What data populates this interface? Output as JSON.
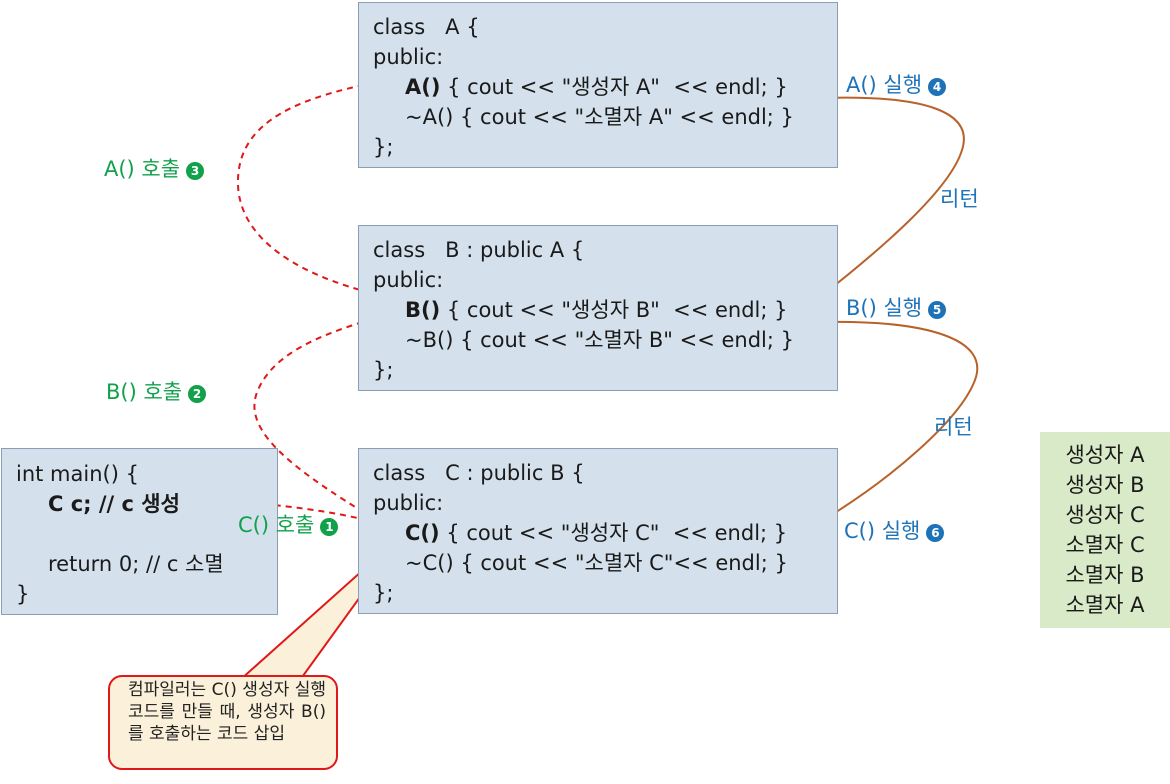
{
  "class_a": {
    "line1": "class   A {",
    "line2": "public:",
    "ctor_name": "A()",
    "ctor_body": " { cout << \"생성자 A\"  << endl; }",
    "dtor": "~A() { cout << \"소멸자 A\" << endl; }",
    "close": "};"
  },
  "class_b": {
    "line1": "class   B : public A {",
    "line2": "public:",
    "ctor_name": "B()",
    "ctor_body": " { cout << \"생성자 B\"  << endl; }",
    "dtor": "~B() { cout << \"소멸자 B\" << endl; }",
    "close": "};"
  },
  "class_c": {
    "line1": "class   C : public B {",
    "line2": "public:",
    "ctor_name": "C()",
    "ctor_body": " { cout << \"생성자 C\"  << endl; }",
    "dtor": "~C() { cout << \"소멸자 C\"<< endl; }",
    "close": "};"
  },
  "main_fn": {
    "line1": "int main() {",
    "line2": "C c; // c 생성",
    "line3": "return 0; // c 소멸",
    "close": "}"
  },
  "labels": {
    "call_a": "A() 호출",
    "call_a_num": "3",
    "call_b": "B() 호출",
    "call_b_num": "2",
    "call_c": "C() 호출",
    "call_c_num": "1",
    "run_a": "A() 실행",
    "run_a_num": "4",
    "run_b": "B() 실행",
    "run_b_num": "5",
    "run_c": "C() 실행",
    "run_c_num": "6",
    "return_1": "리턴",
    "return_2": "리턴"
  },
  "output": [
    "생성자 A",
    "생성자 B",
    "생성자 C",
    "소멸자 C",
    "소멸자 B",
    "소멸자 A"
  ],
  "note": "컴파일러는 C() 생성자 실행 코드를 만들 때, 생성자 B()를 호출하는 코드 삽입",
  "colors": {
    "box_fill": "#d4e1ec",
    "call_arrow": "#e01818",
    "return_arrow": "#b8622a",
    "green_text": "#12a14b",
    "blue_text": "#1e73b8",
    "output_fill": "#d9eac8",
    "note_fill": "#fbf0d9"
  }
}
